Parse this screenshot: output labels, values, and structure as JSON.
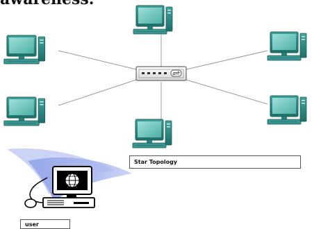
{
  "heading_fragment": "awareness.",
  "diagram": {
    "caption": "Star Topology",
    "user_label": "user",
    "hub_icon": "network-switch-icon",
    "computer_icon": "desktop-computer-icon",
    "user_icon": "globe-workstation-icon",
    "nodes": [
      "top",
      "upper-left",
      "upper-right",
      "lower-left",
      "lower-right",
      "bottom"
    ],
    "colors": {
      "monitor": "#2f8f8a",
      "monitor_screen": "#79c9c0",
      "cable": "#9a9a9a",
      "hub_body": "#f2f2f2",
      "swoosh": "#8e9fe6"
    }
  }
}
